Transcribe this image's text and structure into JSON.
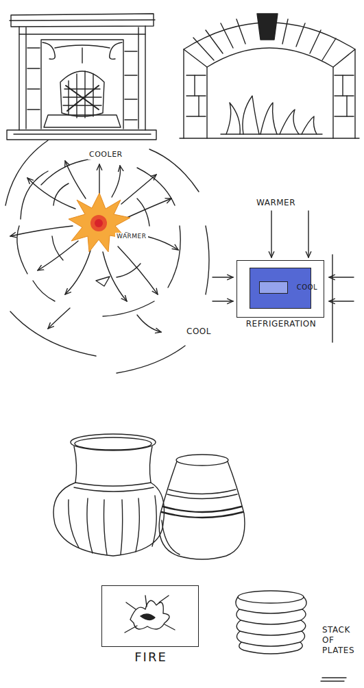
{
  "diagram": {
    "nodes": [
      {
        "text": [
          "REFRIGERATION"
        ]
      },
      {
        "text": [
          "COOL"
        ],
        "in": 0
      },
      {
        "text": [
          "FIRE"
        ]
      }
    ],
    "labels": [
      "COOLER",
      "WARMER",
      "COOL",
      "WARMER",
      "STACK OF PLATES"
    ]
  }
}
